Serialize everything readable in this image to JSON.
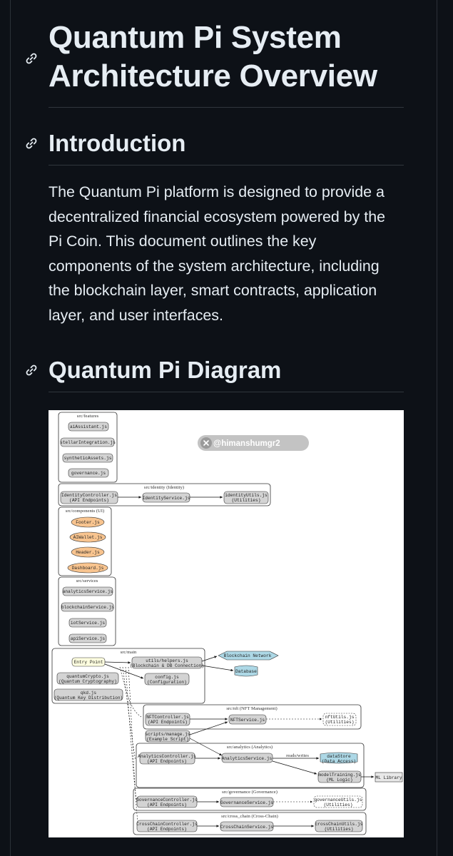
{
  "title": "Quantum Pi System Architecture Overview",
  "title_line1": "Quantum Pi System",
  "title_line2": "Architecture Overview",
  "intro": {
    "heading": "Introduction",
    "paragraph_lines": [
      "The Quantum Pi platform is designed to provide a",
      "decentralized financial ecosystem powered by the",
      "Pi Coin. This document outlines the key",
      "components of the system architecture, including",
      "the blockchain layer, smart contracts, application",
      "layer, and user interfaces."
    ]
  },
  "diagram_section": {
    "heading": "Quantum Pi Diagram"
  },
  "watermark": "@himanshumgr2",
  "icons": {
    "anchor": "link-icon",
    "watermark": "x-logo-icon"
  },
  "colors": {
    "background": "#0d1117",
    "text": "#e6edf3",
    "rule": "#30363d",
    "node_gray": "#d3d3d3",
    "node_orange": "#f8c48f",
    "node_yellow": "#ffffe0",
    "node_blue": "#add8e6"
  },
  "diagram": {
    "clusters": {
      "features": "src/features",
      "identity": "src/identity (Identity)",
      "components": "src/components (UI)",
      "services": "src/services",
      "main": "src/main",
      "nft": "src/nft (NFT Management)",
      "analytics": "src/analytics (Analytics)",
      "governance": "src/governance (Governance)",
      "cross_chain": "src/cross_chain (Cross-Chain)"
    },
    "nodes": {
      "ai_assistant": "aiAssistant.js",
      "stellar": "stellarIntegration.js",
      "synthetic": "syntheticAssets.js",
      "governance_feat": "governance.js",
      "identity_ctrl_1": "IdentityController.js",
      "identity_ctrl_2": "(API Endpoints)",
      "identity_service": "IdentityService.js",
      "identity_utils_1": "identityUtils.js",
      "identity_utils_2": "(Utilities)",
      "footer": "Footer.js",
      "aiwallet": "AIWallet.js",
      "header": "Header.js",
      "dashboard": "Dashboard.js",
      "analytics_svc": "analyticsService.js",
      "blockchain_svc": "blockchainService.js",
      "iot_svc": "iotService.js",
      "api_svc": "apiService.js",
      "entry": "Entry Point",
      "helpers_1": "utils/helpers.js",
      "helpers_2": "(Blockchain & DB Connection)",
      "quantum_crypto_1": "quantumCrypto.js",
      "quantum_crypto_2": "(Quantum Cryptography)",
      "config_1": "config.js",
      "config_2": "(Configuration)",
      "qkd_1": "qkd.js",
      "qkd_2": "(Quantum Key Distribution)",
      "blockchain_network": "Blockchain Network",
      "database": "Database",
      "nft_ctrl_1": "NFTController.js",
      "nft_ctrl_2": "(API Endpoints)",
      "nft_service": "NFTService.js",
      "nft_utils_1": "nftUtils.js",
      "nft_utils_2": "(Utilities)",
      "manage_1": "scripts/manage.js",
      "manage_2": "(Example Script)",
      "analytics_ctrl_1": "AnalyticsController.js",
      "analytics_ctrl_2": "(API Endpoints)",
      "analytics_service": "AnalyticsService.js",
      "reads_writes": "reads/writes",
      "datastore_1": "dataStore",
      "datastore_2": "(Data Access)",
      "model_1": "modelTraining.js",
      "model_2": "(ML Logic)",
      "ml_library": "ML Library",
      "gov_ctrl_1": "GovernanceController.js",
      "gov_ctrl_2": "(API Endpoints)",
      "gov_service": "GovernanceService.js",
      "gov_utils_1": "governanceUtils.js",
      "gov_utils_2": "(Utilities)",
      "cc_ctrl_1": "CrossChainController.js",
      "cc_ctrl_2": "(API Endpoints)",
      "cc_service": "CrossChainService.js",
      "cc_utils_1": "crossChainUtils.js",
      "cc_utils_2": "(Utilities)"
    }
  }
}
